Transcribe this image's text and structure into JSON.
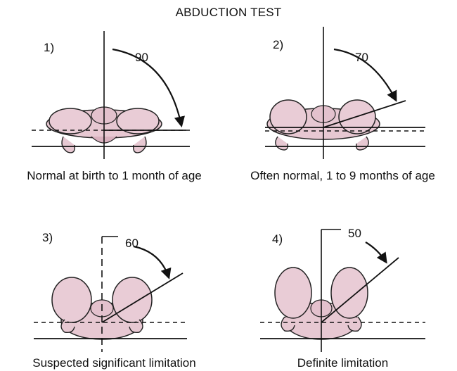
{
  "title": "ABDUCTION TEST",
  "colors": {
    "skin": "#e7c8d2",
    "skin_shadow": "#c99aab",
    "outline": "#1a1a1a"
  },
  "panels": [
    {
      "number": "1)",
      "angle": "90",
      "caption": "Normal at birth to 1 month of age"
    },
    {
      "number": "2)",
      "angle": "70",
      "caption": "Often normal, 1 to 9 months of age"
    },
    {
      "number": "3)",
      "angle": "60",
      "caption": "Suspected significant limitation"
    },
    {
      "number": "4)",
      "angle": "50",
      "caption": "Definite limitation"
    }
  ]
}
